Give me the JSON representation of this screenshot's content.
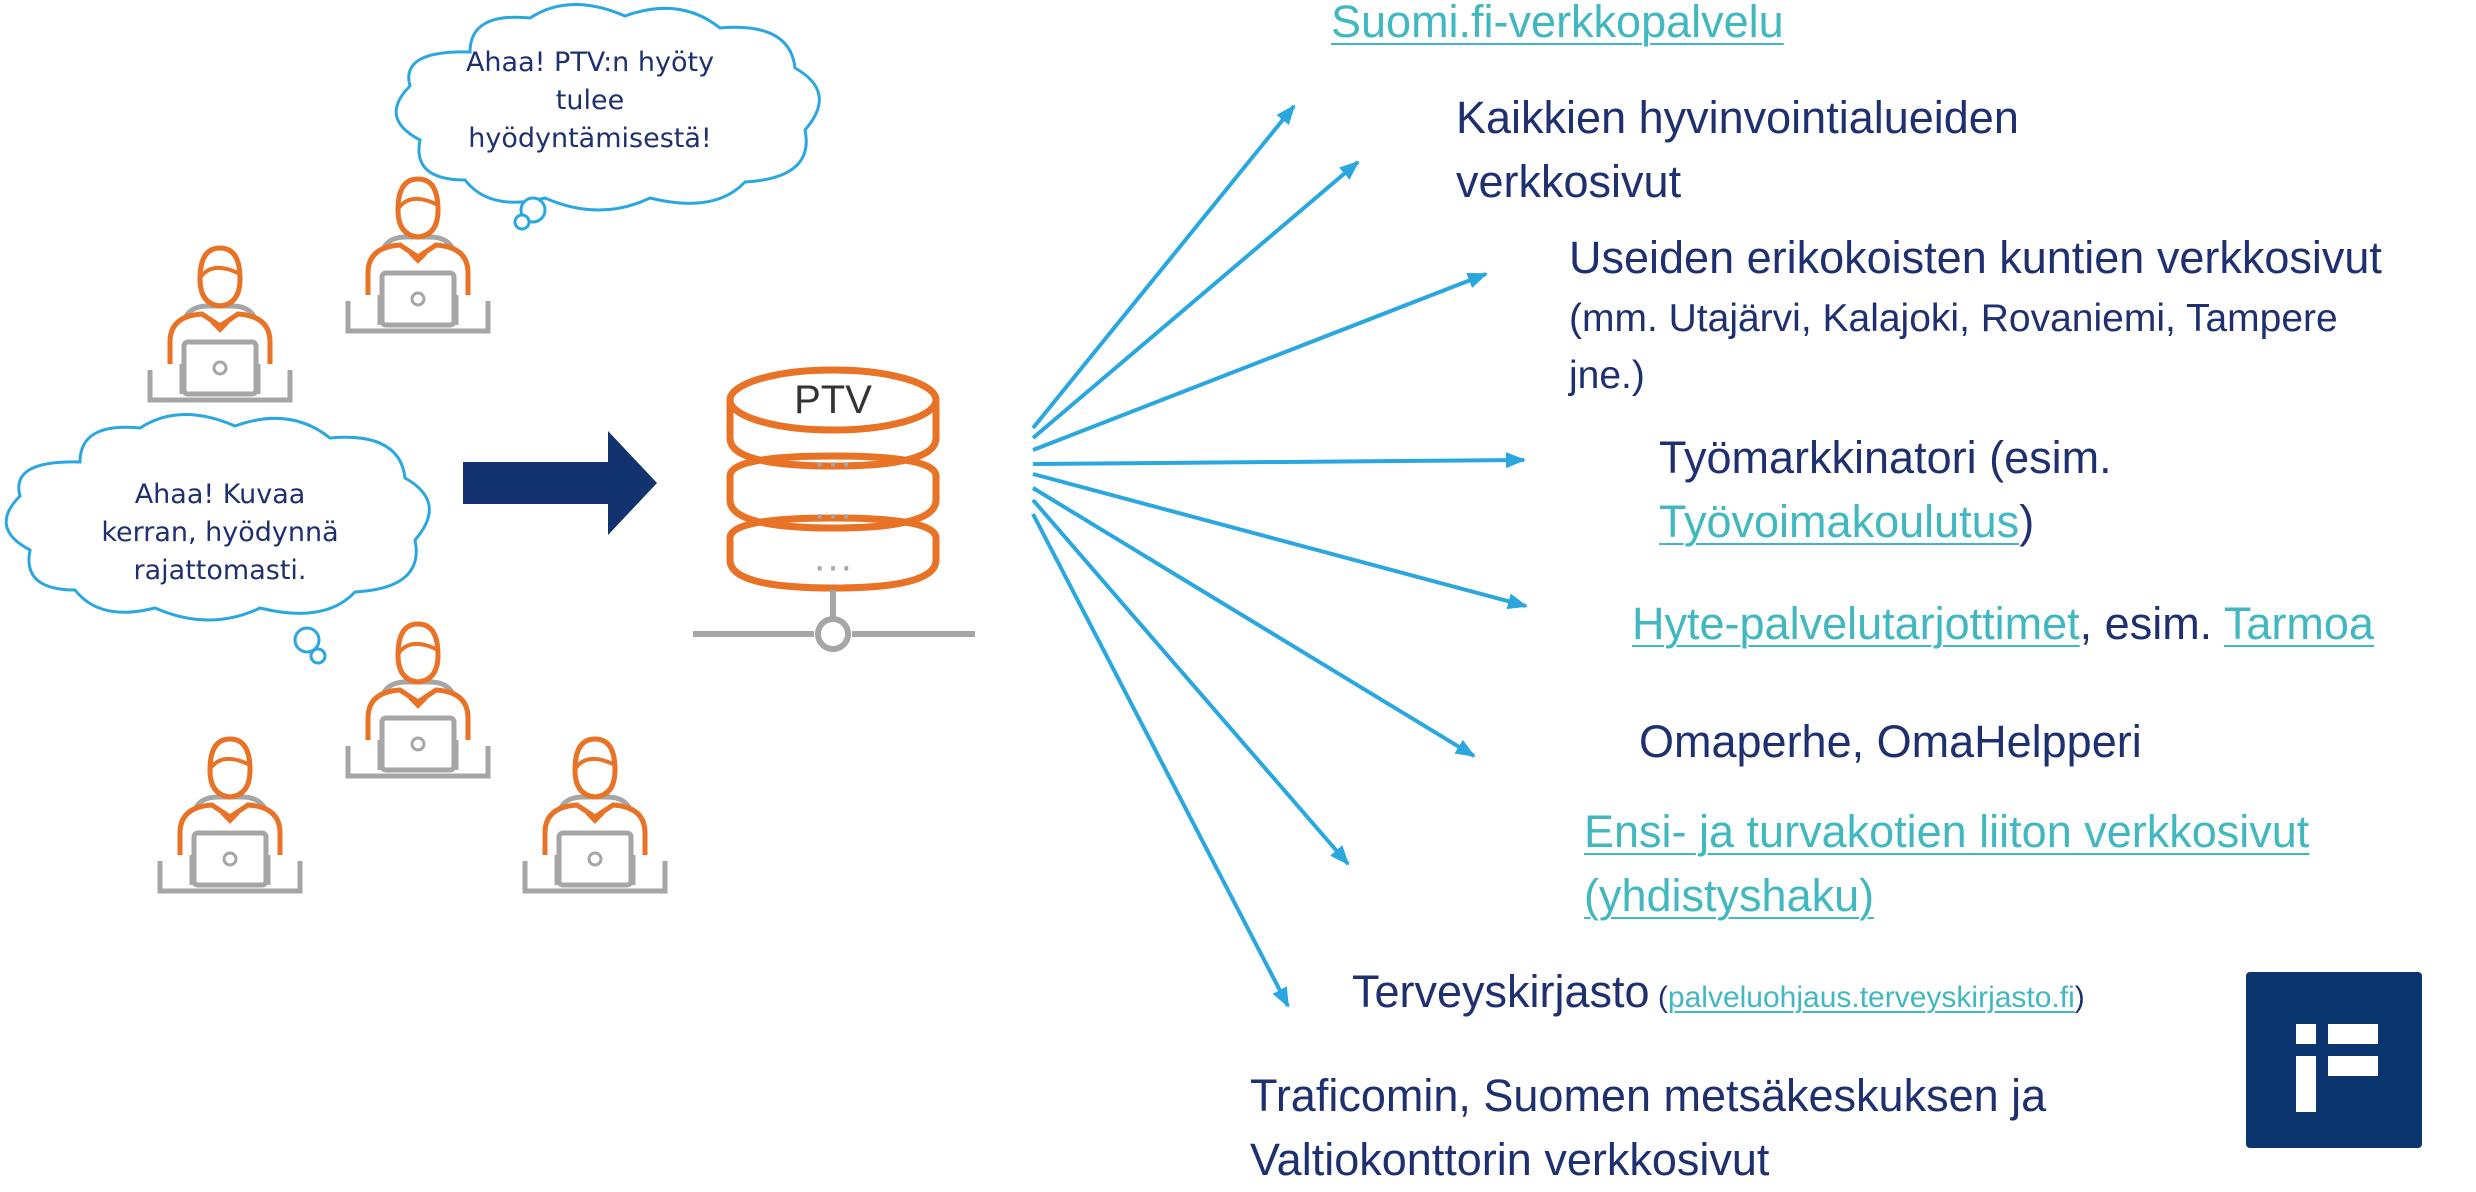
{
  "colors": {
    "navy": "#1f3070",
    "link": "#41b8bf",
    "orange": "#e87326",
    "gray": "#a6a6a6",
    "arrow_blue": "#2aa7df",
    "big_arrow": "#12336f",
    "cloud_stroke": "#2aa7df",
    "logo_bg": "#0a356f"
  },
  "icons": [
    "thought-cloud-icon",
    "person-laptop-icon",
    "right-arrow-icon",
    "database-server-icon",
    "arrowhead-icon",
    "suomi-fi-logo-icon"
  ],
  "thoughts": {
    "top": {
      "line1": "Ahaa! PTV:n hyöty",
      "line2": "tulee",
      "line3": "hyödyntämisestä!"
    },
    "left": {
      "line1": "Ahaa! Kuvaa",
      "line2": "kerran, hyödynnä",
      "line3": "rajattomasti."
    }
  },
  "server": {
    "label": "PTV",
    "dots": "···"
  },
  "targets": {
    "suomi_fi": "Suomi.fi-verkkopalvelu",
    "hyvinvointi": {
      "line1": "Kaikkien hyvinvointialueiden",
      "line2": "verkkosivut"
    },
    "kunnat": {
      "line1": "Useiden erikokoisten kuntien verkkosivut",
      "line2": "(mm. Utajärvi, Kalajoki, Rovaniemi, Tampere",
      "line3": "jne.)"
    },
    "tyomarkkinatori": {
      "line1": "Työmarkkinatori (esim.",
      "link": "Työvoimakoulutus",
      "close": ")"
    },
    "hyte": {
      "link1": "Hyte-palvelutarjottimet",
      "mid": ", esim. ",
      "link2": "Tarmoa"
    },
    "omaperhe": "Omaperhe, OmaHelpperi",
    "ensi": {
      "line1": "Ensi- ja turvakotien liiton verkkosivut",
      "line2": "(yhdistyshaku)"
    },
    "terveyskirjasto": {
      "label": "Terveyskirjasto",
      "open": " (",
      "link": "palveluohjaus.terveyskirjasto.fi",
      "close": ")"
    },
    "traficom": {
      "line1": "Traficomin, Suomen metsäkeskuksen ja",
      "line2": "Valtiokonttorin verkkosivut"
    }
  }
}
